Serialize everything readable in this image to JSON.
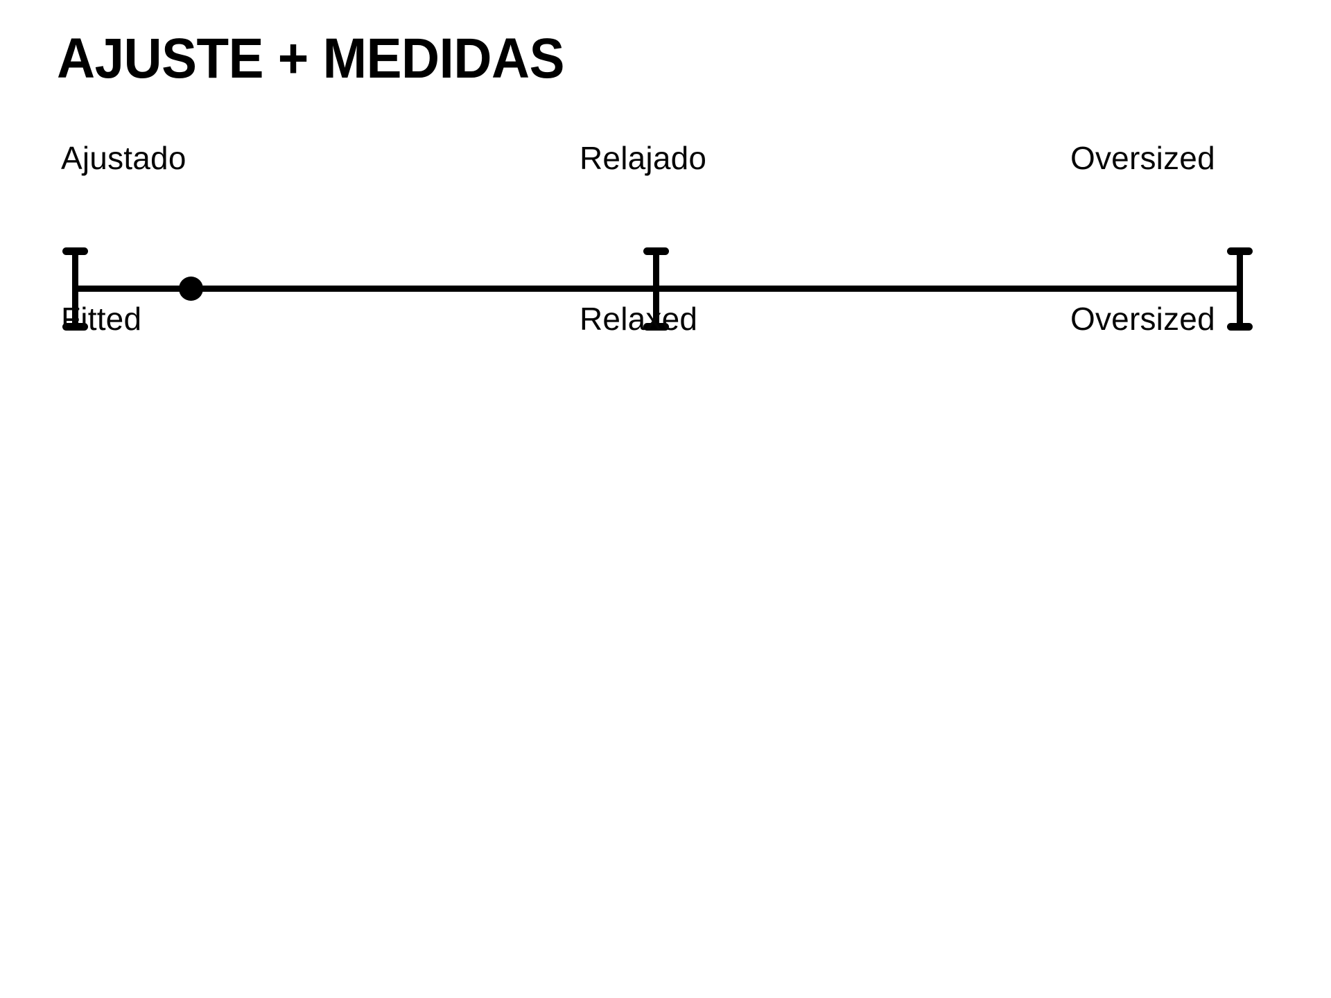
{
  "page": {
    "background_color": "#ffffff",
    "ink_color": "#000000"
  },
  "header": {
    "title": "AJUSTE + MEDIDAS"
  },
  "chart_data": {
    "type": "scale",
    "title": "AJUSTE + MEDIDAS",
    "orientation": "horizontal",
    "axis_range": [
      0,
      2
    ],
    "grid": false,
    "legend": false,
    "tick_positions": [
      0,
      1,
      2
    ],
    "labels_top_language": "es",
    "labels_bottom_language": "en",
    "labels_top": [
      "Ajustado",
      "Relajado",
      "Oversized"
    ],
    "labels_bottom": [
      "Fitted",
      "Relaxed",
      "Oversized"
    ],
    "markers": [
      {
        "name": "fit-selection",
        "value": 0.2,
        "shape": "filled-circle",
        "color": "#000000"
      }
    ]
  },
  "scale": {
    "top_labels": [
      {
        "id": "ajustado",
        "text": "Ajustado"
      },
      {
        "id": "relajado",
        "text": "Relajado"
      },
      {
        "id": "oversized-es",
        "text": "Oversized"
      }
    ],
    "bottom_labels": [
      {
        "id": "fitted",
        "text": "Fitted"
      },
      {
        "id": "relaxed",
        "text": "Relaxed"
      },
      {
        "id": "oversized-en",
        "text": "Oversized"
      }
    ]
  }
}
